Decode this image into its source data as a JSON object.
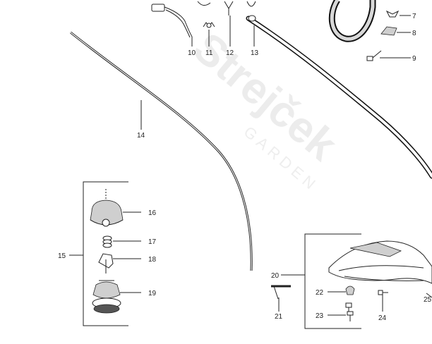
{
  "watermark": {
    "brand": "Strejček",
    "sub": "GARDEN"
  },
  "callouts": [
    "7",
    "8",
    "9",
    "10",
    "11",
    "12",
    "13",
    "14",
    "15",
    "16",
    "17",
    "18",
    "19",
    "20",
    "21",
    "22",
    "23",
    "24",
    "25"
  ],
  "icons": [
    "trimmer-line-spring-icon",
    "drive-shaft-tube-icon",
    "spool-head-assembly-icon",
    "guard-assembly-icon"
  ]
}
